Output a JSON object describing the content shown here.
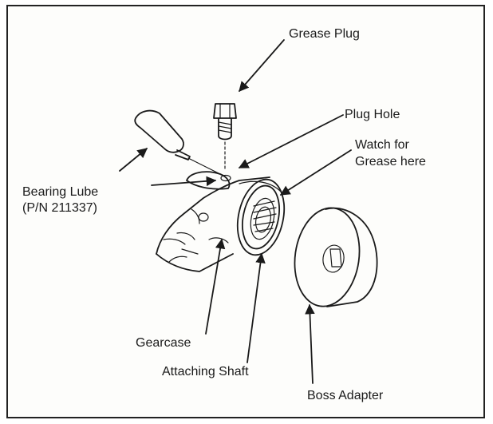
{
  "labels": {
    "grease_plug": "Grease Plug",
    "plug_hole": "Plug Hole",
    "watch_line1": "Watch for",
    "watch_line2": "Grease here",
    "bearing_lube_line1": "Bearing Lube",
    "bearing_lube_line2": "(P/N 211337)",
    "gearcase": "Gearcase",
    "attaching_shaft": "Attaching Shaft",
    "boss_adapter": "Boss Adapter"
  }
}
